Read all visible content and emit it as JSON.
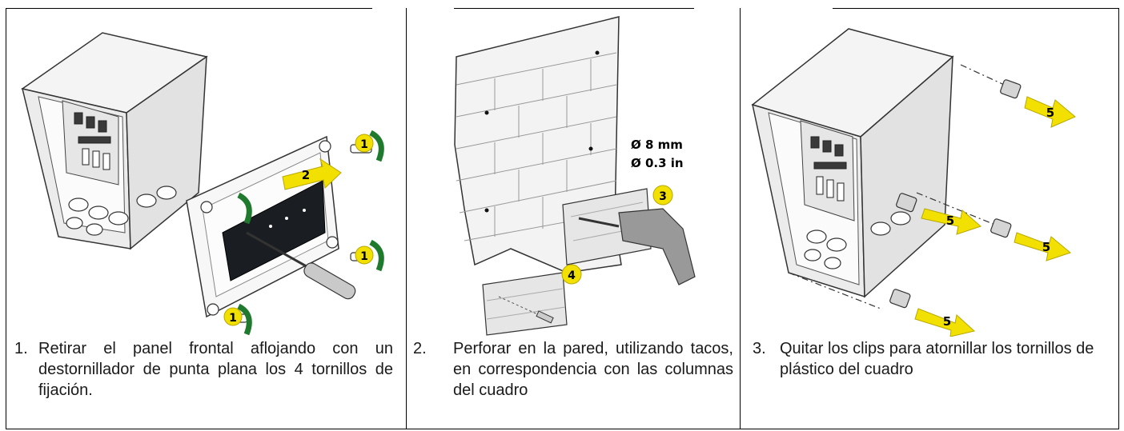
{
  "steps": [
    {
      "number": "1.",
      "text": "Retirar el panel frontal aflojando con un destornillador de punta plana los 4 tornillos de fijación.",
      "badges": [
        "1",
        "2",
        "1",
        "1"
      ]
    },
    {
      "number": "2.",
      "text": "Perforar en la pared, utilizando tacos, en correspondencia con las columnas del cuadro",
      "dimensions": [
        "Ø 8 mm",
        "Ø 0.3 in"
      ],
      "badges": [
        "3",
        "4"
      ]
    },
    {
      "number": "3.",
      "text": "Quitar los clips para atornillar los tornillos de plástico del cuadro",
      "badges": [
        "5",
        "5",
        "5",
        "5"
      ]
    }
  ],
  "colors": {
    "arrow": "#f2e000",
    "arrow_edge": "#b8a800",
    "badge": "#f2e000",
    "curl": "#1f7a2e",
    "panel": "#1a1d22"
  }
}
